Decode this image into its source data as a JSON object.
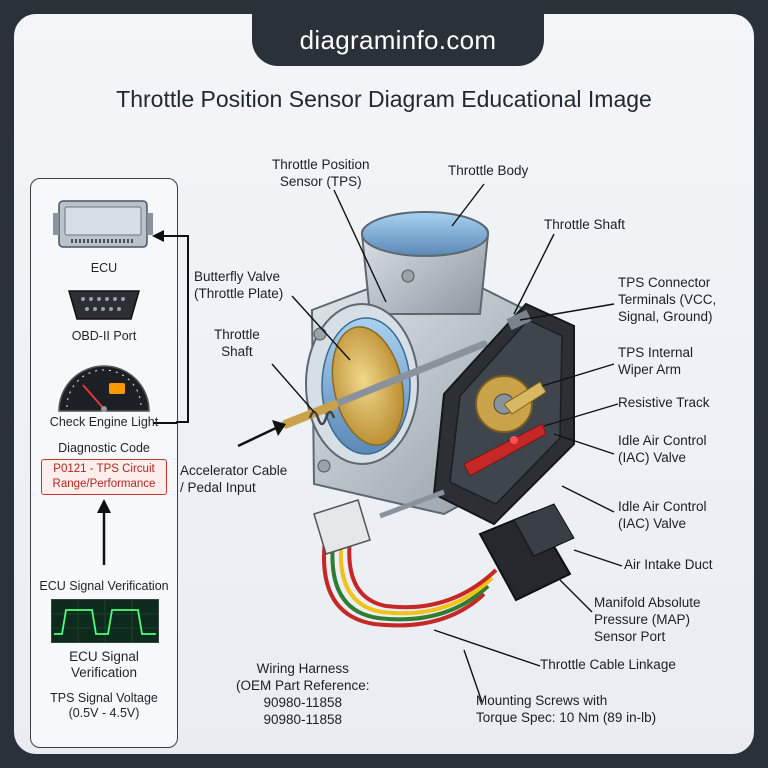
{
  "brand": "diagraminfo.com",
  "title": "Throttle Position Sensor Diagram Educational Image",
  "side_panel": {
    "ecu": "ECU",
    "obd": "OBD-II Port",
    "cel": "Check Engine Light",
    "diag_title": "Diagnostic Code",
    "code_line1": "P0121 - TPS Circuit",
    "code_line2": "Range/Performance",
    "verify_top": "ECU Signal Verification",
    "verify_line1": "ECU Signal",
    "verify_line2": "Verification",
    "voltage_line1": "TPS Signal Voltage",
    "voltage_line2": "(0.5V - 4.5V)"
  },
  "callouts": {
    "tps": [
      "Throttle Position",
      "Sensor (TPS)"
    ],
    "throttle_body": [
      "Throttle Body"
    ],
    "throttle_shaft_right": [
      "Throttle Shaft"
    ],
    "butterfly": [
      "Butterfly Valve",
      "(Throttle Plate)"
    ],
    "throttle_shaft_left": [
      "Throttle",
      "Shaft"
    ],
    "connector": [
      "TPS Connector",
      "Terminals (VCC,",
      "Signal, Ground)"
    ],
    "wiper": [
      "TPS Internal",
      "Wiper Arm"
    ],
    "resistive": [
      "Resistive Track"
    ],
    "iac1": [
      "Idle Air Control",
      "(IAC) Valve"
    ],
    "accelerator": [
      "Accelerator Cable",
      "/ Pedal Input"
    ],
    "iac2": [
      "Idle Air Control",
      "(IAC) Valve"
    ],
    "air_intake": [
      "Air Intake Duct"
    ],
    "map": [
      "Manifold Absolute",
      "Pressure (MAP)",
      "Sensor Port"
    ],
    "cable_linkage": [
      "Throttle Cable Linkage"
    ],
    "wiring": [
      "Wiring Harness",
      "(OEM Part Reference:",
      "90980-11858",
      "90980-11858"
    ],
    "screws": [
      "Mounting Screws with",
      "Torque Spec: 10 Nm (89 in-lb)"
    ]
  },
  "colors": {
    "wire_red": "#c62828",
    "wire_green": "#2e7d32",
    "wire_yellow": "#f2c21b",
    "brass": "#c9a24a",
    "alert_red": "#c0392b"
  }
}
